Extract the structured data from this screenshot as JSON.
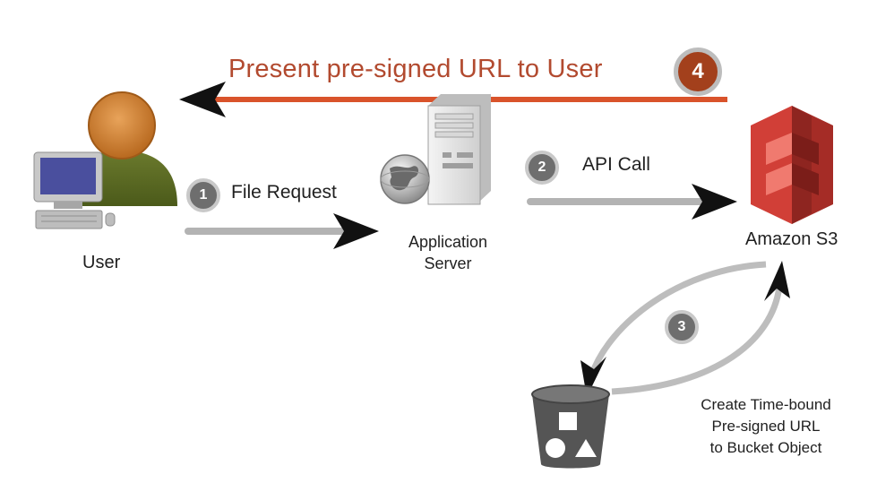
{
  "step4": {
    "number": "4",
    "label": "Present pre-signed URL to User"
  },
  "step1": {
    "number": "1",
    "label": "File Request"
  },
  "step2": {
    "number": "2",
    "label": "API Call"
  },
  "step3": {
    "number": "3",
    "caption_lines": [
      "Create Time-bound",
      "Pre-signed URL",
      "to Bucket Object"
    ]
  },
  "nodes": {
    "user": {
      "label": "User",
      "icon": "user-computer-icon"
    },
    "server": {
      "label_lines": [
        "Application",
        "Server"
      ],
      "icon": "server-globe-icon"
    },
    "s3": {
      "label": "Amazon S3",
      "icon": "amazon-s3-icon"
    },
    "bucket": {
      "icon": "bucket-icon"
    }
  },
  "colors": {
    "accent": "#d9532b",
    "arrow_gray": "#b3b3b3",
    "s3_red": "#d13f37",
    "badge_gray": "#6e6e6e"
  }
}
